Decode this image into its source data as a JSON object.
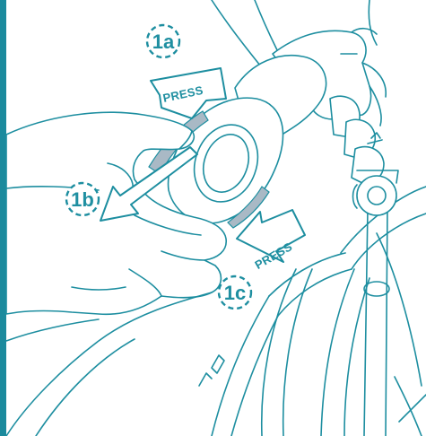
{
  "colors": {
    "accent": "#1d8ea0",
    "left_bar": "#1b8a9d",
    "button_highlight": "#a9b9c5",
    "arrow_fill": "#ffffff"
  },
  "steps": {
    "step_1a": "1a",
    "step_1b": "1b",
    "step_1c": "1c"
  },
  "press_labels": {
    "top": "PRESS",
    "bottom": "PRESS"
  },
  "icons": {
    "hand": "hand-illustration",
    "handle": "stroller-handle-illustration",
    "frame": "stroller-frame-illustration"
  }
}
